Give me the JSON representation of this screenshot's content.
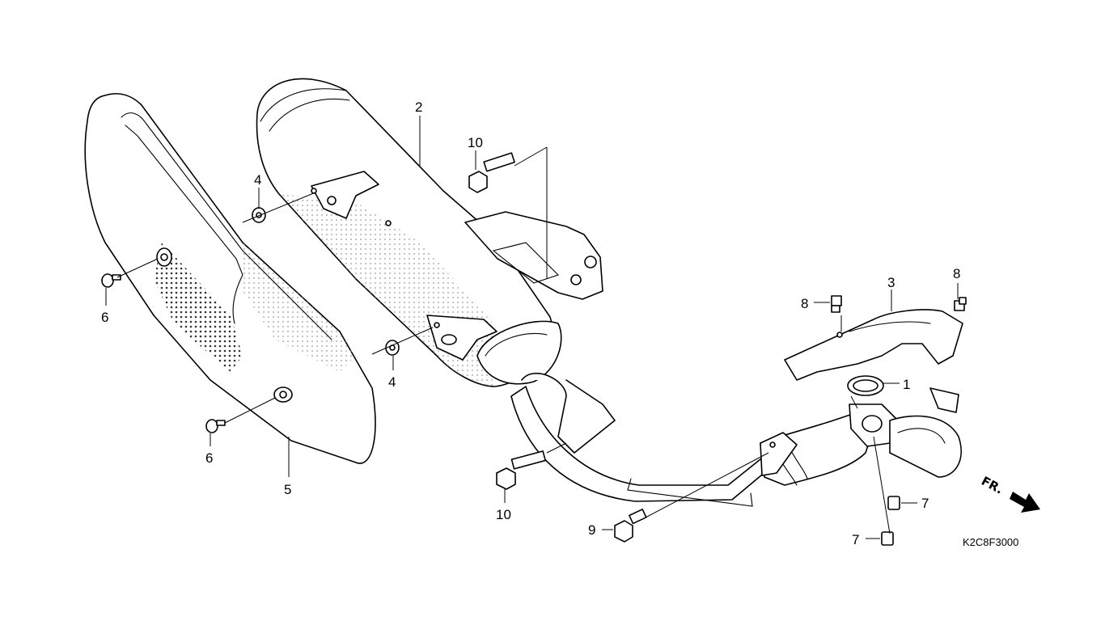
{
  "diagram": {
    "drawing_code": "K2C8F3000",
    "direction_label": "FR.",
    "callouts": [
      {
        "id": "c1",
        "text": "1"
      },
      {
        "id": "c2",
        "text": "2"
      },
      {
        "id": "c3",
        "text": "3"
      },
      {
        "id": "c4a",
        "text": "4"
      },
      {
        "id": "c4b",
        "text": "4"
      },
      {
        "id": "c5",
        "text": "5"
      },
      {
        "id": "c6a",
        "text": "6"
      },
      {
        "id": "c6b",
        "text": "6"
      },
      {
        "id": "c7a",
        "text": "7"
      },
      {
        "id": "c7b",
        "text": "7"
      },
      {
        "id": "c8a",
        "text": "8"
      },
      {
        "id": "c8b",
        "text": "8"
      },
      {
        "id": "c9",
        "text": "9"
      },
      {
        "id": "c10a",
        "text": "10"
      },
      {
        "id": "c10b",
        "text": "10"
      }
    ]
  },
  "colors": {
    "line": "#000000",
    "background": "#ffffff",
    "stipple": "#9a9a9a"
  }
}
